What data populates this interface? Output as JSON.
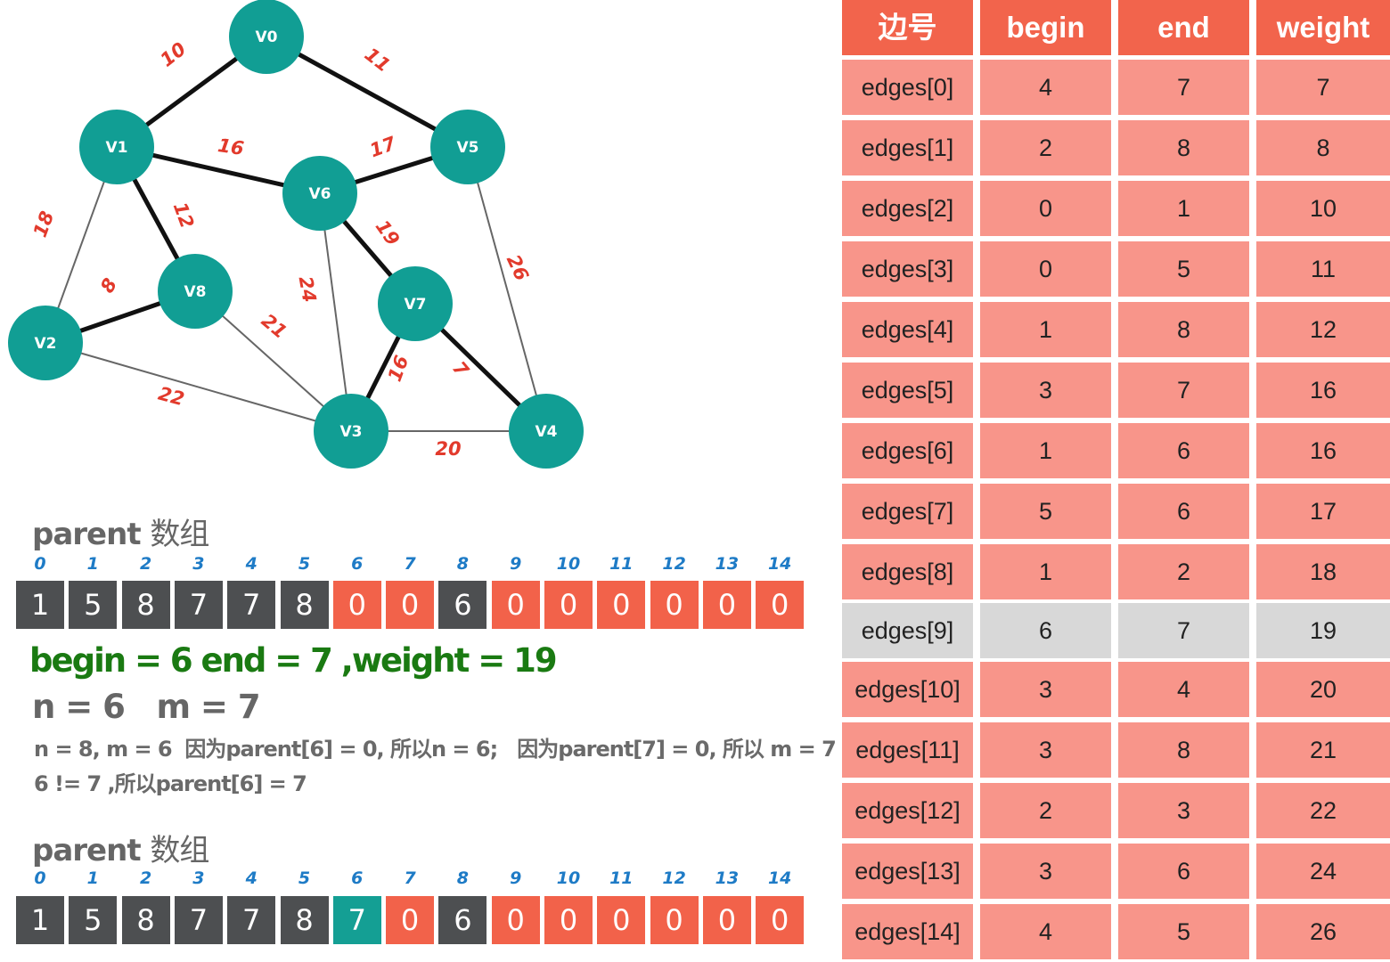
{
  "graph": {
    "nodes": [
      {
        "id": "V0",
        "label": "V0"
      },
      {
        "id": "V1",
        "label": "V1"
      },
      {
        "id": "V2",
        "label": "V2"
      },
      {
        "id": "V3",
        "label": "V3"
      },
      {
        "id": "V4",
        "label": "V4"
      },
      {
        "id": "V5",
        "label": "V5"
      },
      {
        "id": "V6",
        "label": "V6"
      },
      {
        "id": "V7",
        "label": "V7"
      },
      {
        "id": "V8",
        "label": "V8"
      }
    ],
    "edges": [
      {
        "from": "V0",
        "to": "V1",
        "weight": "10",
        "in_tree": true
      },
      {
        "from": "V0",
        "to": "V5",
        "weight": "11",
        "in_tree": true
      },
      {
        "from": "V1",
        "to": "V6",
        "weight": "16",
        "in_tree": true
      },
      {
        "from": "V6",
        "to": "V5",
        "weight": "17",
        "in_tree": true
      },
      {
        "from": "V1",
        "to": "V8",
        "weight": "12",
        "in_tree": true
      },
      {
        "from": "V1",
        "to": "V2",
        "weight": "18",
        "in_tree": false
      },
      {
        "from": "V2",
        "to": "V8",
        "weight": "8",
        "in_tree": true
      },
      {
        "from": "V6",
        "to": "V7",
        "weight": "19",
        "in_tree": true
      },
      {
        "from": "V6",
        "to": "V3",
        "weight": "24",
        "in_tree": false
      },
      {
        "from": "V8",
        "to": "V3",
        "weight": "21",
        "in_tree": false
      },
      {
        "from": "V5",
        "to": "V4",
        "weight": "26",
        "in_tree": false
      },
      {
        "from": "V7",
        "to": "V3",
        "weight": "16",
        "in_tree": true
      },
      {
        "from": "V7",
        "to": "V4",
        "weight": "7",
        "in_tree": true
      },
      {
        "from": "V2",
        "to": "V3",
        "weight": "22",
        "in_tree": false
      },
      {
        "from": "V3",
        "to": "V4",
        "weight": "20",
        "in_tree": false
      }
    ],
    "colors": {
      "node": "#119e94",
      "edge_label": "#e23a2c",
      "tree_edge": "#111111",
      "other_edge": "#666666"
    }
  },
  "array1": {
    "title": "parent",
    "title_cn": "数组",
    "indices": [
      "0",
      "1",
      "2",
      "3",
      "4",
      "5",
      "6",
      "7",
      "8",
      "9",
      "10",
      "11",
      "12",
      "13",
      "14"
    ],
    "values": [
      "1",
      "5",
      "8",
      "7",
      "7",
      "8",
      "0",
      "0",
      "6",
      "0",
      "0",
      "0",
      "0",
      "0",
      "0"
    ],
    "cell_styles": [
      "dark",
      "dark",
      "dark",
      "dark",
      "dark",
      "dark",
      "red",
      "red",
      "dark",
      "red",
      "red",
      "red",
      "red",
      "red",
      "red"
    ]
  },
  "equation": "begin = 6 end = 7 ,weight = 19",
  "nm_line": "n = 6   m = 7",
  "note_line1": "n = 8, m = 6  因为parent[6] = 0, 所以n = 6;   因为parent[7] = 0, 所以 m = 7 ;",
  "note_line2": "6 != 7 ,所以parent[6] = 7",
  "array2": {
    "title": "parent",
    "title_cn": "数组",
    "indices": [
      "0",
      "1",
      "2",
      "3",
      "4",
      "5",
      "6",
      "7",
      "8",
      "9",
      "10",
      "11",
      "12",
      "13",
      "14"
    ],
    "values": [
      "1",
      "5",
      "8",
      "7",
      "7",
      "8",
      "7",
      "0",
      "6",
      "0",
      "0",
      "0",
      "0",
      "0",
      "0"
    ],
    "cell_styles": [
      "dark",
      "dark",
      "dark",
      "dark",
      "dark",
      "dark",
      "teal",
      "red",
      "dark",
      "red",
      "red",
      "red",
      "red",
      "red",
      "red"
    ]
  },
  "table": {
    "headers": [
      "边号",
      "begin",
      "end",
      "weight"
    ],
    "highlight_row": 9,
    "rows": [
      [
        "edges[0]",
        "4",
        "7",
        "7"
      ],
      [
        "edges[1]",
        "2",
        "8",
        "8"
      ],
      [
        "edges[2]",
        "0",
        "1",
        "10"
      ],
      [
        "edges[3]",
        "0",
        "5",
        "11"
      ],
      [
        "edges[4]",
        "1",
        "8",
        "12"
      ],
      [
        "edges[5]",
        "3",
        "7",
        "16"
      ],
      [
        "edges[6]",
        "1",
        "6",
        "16"
      ],
      [
        "edges[7]",
        "5",
        "6",
        "17"
      ],
      [
        "edges[8]",
        "1",
        "2",
        "18"
      ],
      [
        "edges[9]",
        "6",
        "7",
        "19"
      ],
      [
        "edges[10]",
        "3",
        "4",
        "20"
      ],
      [
        "edges[11]",
        "3",
        "8",
        "21"
      ],
      [
        "edges[12]",
        "2",
        "3",
        "22"
      ],
      [
        "edges[13]",
        "3",
        "6",
        "24"
      ],
      [
        "edges[14]",
        "4",
        "5",
        "26"
      ]
    ]
  }
}
